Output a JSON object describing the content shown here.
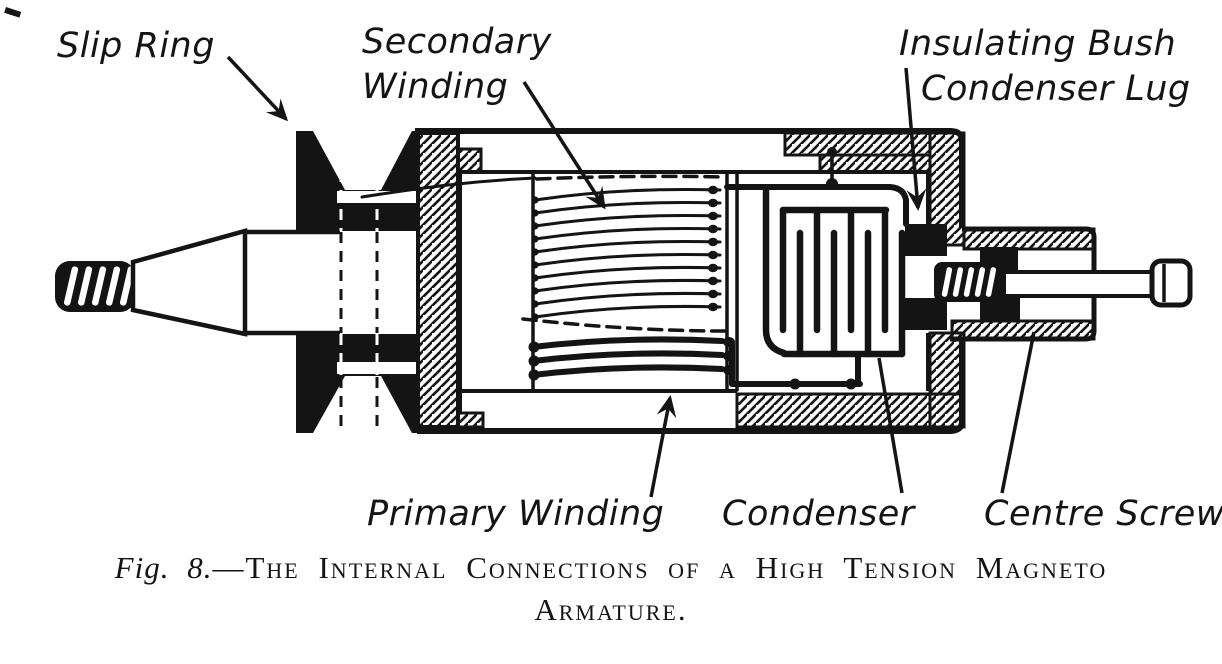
{
  "labels": {
    "slip_ring": "Slip Ring",
    "secondary_winding_line1": "Secondary",
    "secondary_winding_line2": "Winding",
    "insulating_bush": "Insulating Bush",
    "condenser_lug": "Condenser Lug",
    "primary_winding": "Primary Winding",
    "condenser": "Condenser",
    "centre_screw": "Centre Screw"
  },
  "caption": {
    "figure_ref": "Fig. 8.",
    "separator": "—",
    "title": "The Internal Connections of a High Tension Magneto",
    "title_line2": "Armature."
  },
  "colors": {
    "ink": "#141414",
    "paper": "#ffffff"
  }
}
